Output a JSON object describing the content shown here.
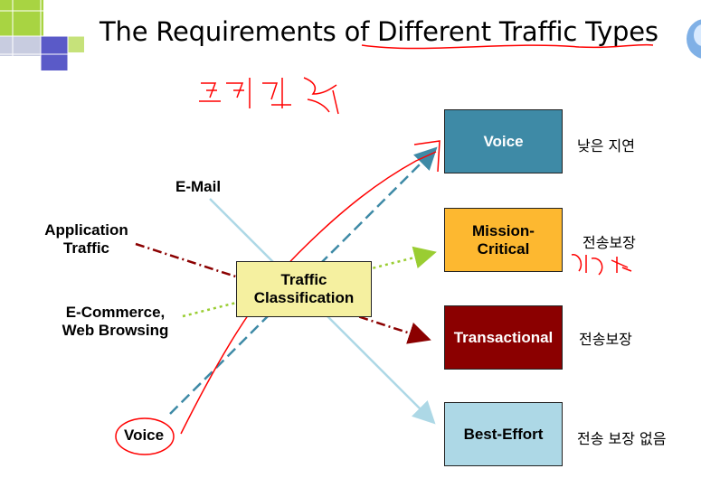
{
  "title": "The Requirements of Different Traffic Types",
  "center_box": {
    "line1": "Traffic",
    "line2": "Classification"
  },
  "sources": {
    "email": "E-Mail",
    "application": {
      "line1": "Application",
      "line2": "Traffic"
    },
    "ecommerce": {
      "line1": "E-Commerce,",
      "line2": "Web Browsing"
    },
    "voice": "Voice"
  },
  "classes": [
    {
      "label": "Voice",
      "note": "낮은 지연",
      "color": "#3e8aa6",
      "text_color": "#ffffff"
    },
    {
      "label_line1": "Mission-",
      "label_line2": "Critical",
      "note": "전송보장",
      "color": "#fdb830",
      "text_color": "#000000"
    },
    {
      "label": "Transactional",
      "note": "전송보장",
      "color": "#8b0000",
      "text_color": "#ffffff"
    },
    {
      "label": "Best-Effort",
      "note": "전송 보장 없음",
      "color": "#add8e6",
      "text_color": "#000000"
    }
  ],
  "colors": {
    "center_box": "#f5f0a0",
    "email_line": "#add8e6",
    "application_line": "#8b0000",
    "ecommerce_line": "#9acd32",
    "voice_line": "#3e8aa6",
    "annotation": "#ff0000",
    "decor_green": "#a8d442",
    "decor_blue": "#5a5ac8"
  }
}
